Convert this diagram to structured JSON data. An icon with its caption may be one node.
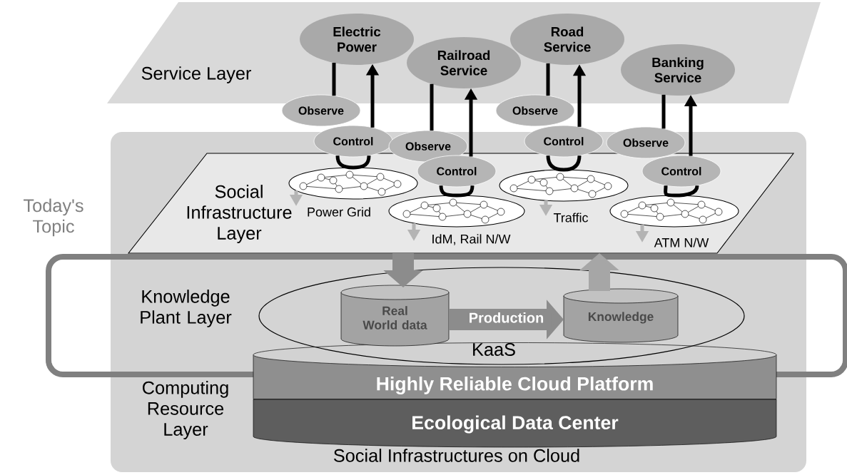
{
  "diagram": {
    "nodes": [
      {
        "text": [
          "Service Layer"
        ]
      },
      {
        "text": [
          "Electric Power"
        ],
        "in": 0
      },
      {
        "text": [
          "Railroad Service"
        ],
        "in": 0
      },
      {
        "text": [
          "Road Service"
        ],
        "in": 0
      },
      {
        "text": [
          "Banking Service"
        ],
        "in": 0
      },
      {
        "text": [
          "Social Infrastructures on Cloud"
        ]
      },
      {
        "text": [
          "Social Infrastructure Layer"
        ],
        "in": 5
      },
      {
        "text": [
          "Observe"
        ]
      },
      {
        "text": [
          "Control"
        ]
      },
      {
        "text": [
          "Observe"
        ],
        "in": 5
      },
      {
        "text": [
          "Control"
        ],
        "in": 6
      },
      {
        "text": [
          "Observe"
        ]
      },
      {
        "text": [
          "Control"
        ]
      },
      {
        "text": [
          "Observe"
        ],
        "in": 5
      },
      {
        "text": [
          "Control"
        ],
        "in": 6
      },
      {
        "text": [],
        "shape": "picture",
        "in": 6,
        "beside": [
          "Power Grid"
        ]
      },
      {
        "text": [],
        "shape": "picture",
        "in": 6,
        "beside": [
          "IdM, Rail N/W"
        ]
      },
      {
        "text": [],
        "shape": "picture",
        "in": 6,
        "beside": [
          "Traffic"
        ]
      },
      {
        "text": [],
        "shape": "picture",
        "in": 6,
        "beside": [
          "ATM N/W"
        ]
      },
      {
        "text": [
          "Knowledge Plant Layer"
        ]
      },
      {
        "text": [
          "KaaS"
        ],
        "in": 19
      },
      {
        "text": [
          "Real World data"
        ],
        "in": 20
      },
      {
        "text": [
          "Knowledge"
        ],
        "in": 20
      },
      {
        "text": [
          "Highly Reliable Cloud Platform"
        ],
        "in": 5
      },
      {
        "text": [
          "Ecological Data Center"
        ],
        "in": 5
      }
    ],
    "edges": [
      {
        "from": 1,
        "to": 7,
        "arrow": "none"
      },
      {
        "from": 8,
        "to": 1,
        "arrow": "to"
      },
      {
        "from": 8,
        "to": 15,
        "arrow": "none"
      },
      {
        "from": 2,
        "to": 9,
        "arrow": "none"
      },
      {
        "from": 10,
        "to": 2,
        "arrow": "to"
      },
      {
        "from": 10,
        "to": 16,
        "arrow": "none"
      },
      {
        "from": 3,
        "to": 11,
        "arrow": "none"
      },
      {
        "from": 12,
        "to": 3,
        "arrow": "to"
      },
      {
        "from": 12,
        "to": 17,
        "arrow": "none"
      },
      {
        "from": 4,
        "to": 13,
        "arrow": "none"
      },
      {
        "from": 14,
        "to": 4,
        "arrow": "to"
      },
      {
        "from": 14,
        "to": 18,
        "arrow": "none"
      },
      {
        "from": 15,
        "to": null,
        "arrow": "to",
        "color": "#b4b4b4"
      },
      {
        "from": 16,
        "to": null,
        "arrow": "to",
        "color": "#b4b4b4"
      },
      {
        "from": 17,
        "to": null,
        "arrow": "to",
        "color": "#b4b4b4"
      },
      {
        "from": 18,
        "to": null,
        "arrow": "to",
        "color": "#b4b4b4"
      },
      {
        "from": 6,
        "to": 21,
        "arrow": "to",
        "style": "thick",
        "color": "#8c8c8c"
      },
      {
        "from": 21,
        "to": 22,
        "arrow": "to",
        "label": "Production",
        "style": "thick",
        "color": "#8c8c8c"
      },
      {
        "from": 22,
        "to": 6,
        "arrow": "to",
        "style": "thick",
        "color": "#a6a6a6"
      },
      {
        "from": 15,
        "to": 8,
        "arrow": "none"
      },
      {
        "from": 16,
        "to": 10,
        "arrow": "none"
      },
      {
        "from": 17,
        "to": 12,
        "arrow": "none"
      },
      {
        "from": 18,
        "to": 14,
        "arrow": "none"
      }
    ],
    "labels": [
      "Today's Topic",
      "Computing Resource Layer"
    ]
  }
}
